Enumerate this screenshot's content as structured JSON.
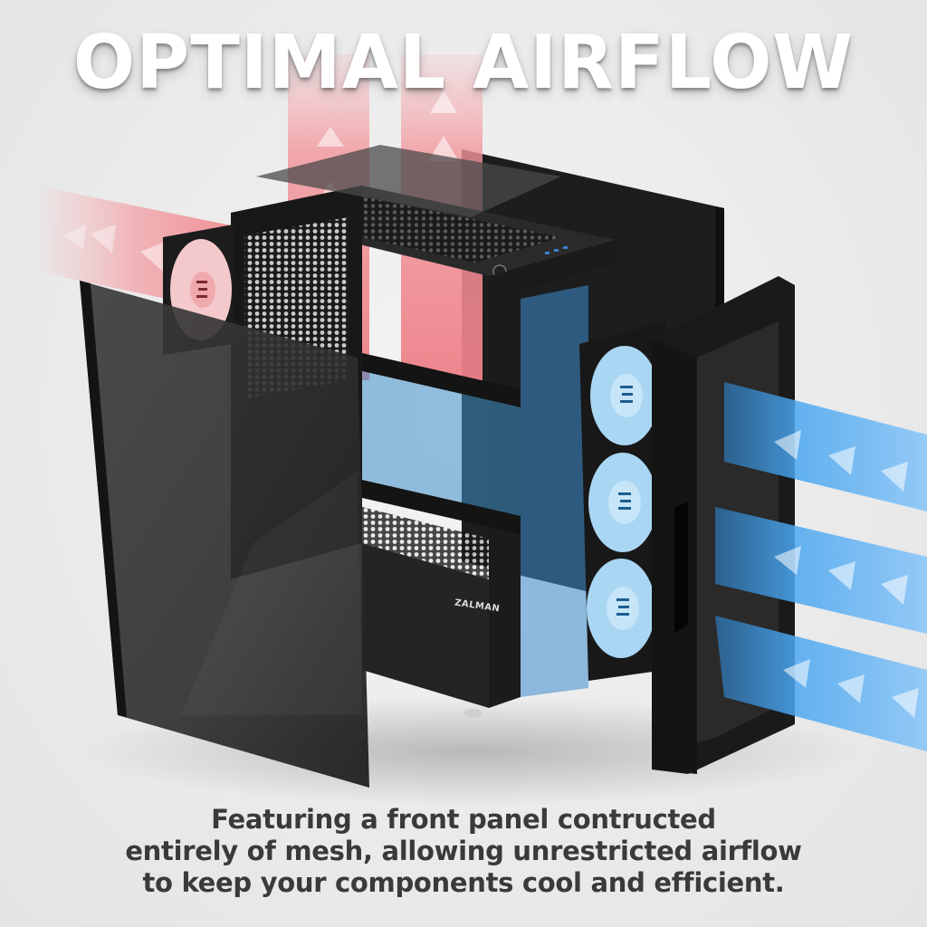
{
  "headline": "OPTIMAL AIRFLOW",
  "caption": {
    "lines": [
      "Featuring a front panel contructed",
      "entirely of mesh, allowing unrestricted airflow",
      "to keep your components cool and efficient."
    ]
  },
  "product": {
    "brand_label": "ZALMAN",
    "components": [
      "top-dust-filter",
      "tempered-glass-side-panel",
      "rear-exhaust-fan",
      "front-intake-fans",
      "mesh-front-panel",
      "right-side-panel"
    ],
    "front_fan_count": 3,
    "rear_fan_count": 1
  },
  "airflow": {
    "exhaust_color": "#f08a90",
    "intake_color": "#5aaef0",
    "exhaust_direction": "up-and-back",
    "intake_direction": "front-to-back"
  },
  "colors": {
    "background": "#ececec",
    "headline": "#ffffff",
    "caption": "#3a3a3a",
    "case_body": "#1e1e1e"
  }
}
